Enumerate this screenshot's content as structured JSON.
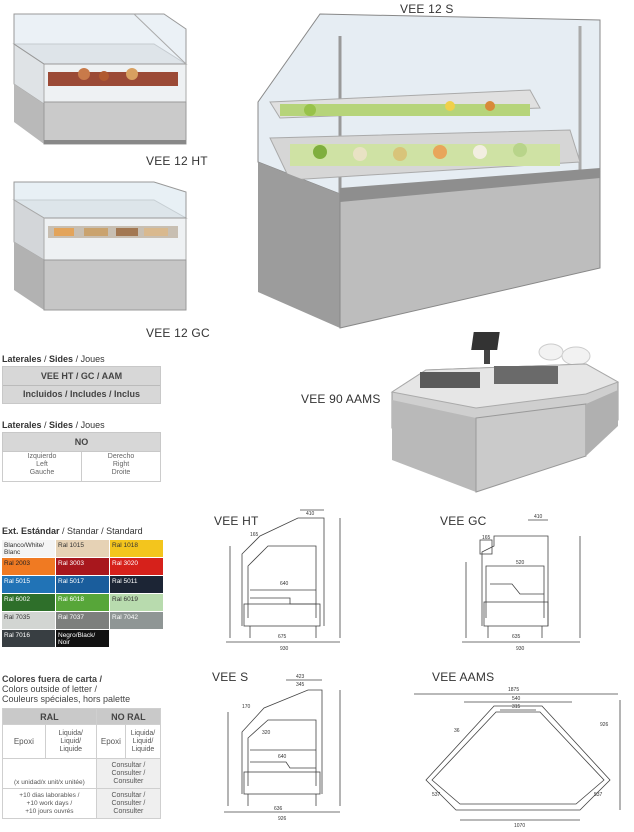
{
  "products": {
    "vee12ht": "VEE 12 HT",
    "vee12s": "VEE 12 S",
    "vee12gc": "VEE 12 GC",
    "vee90aams": "VEE 90 AAMS"
  },
  "sides1": {
    "title_es": "Laterales",
    "title_en": "Sides",
    "title_fr": "Joues",
    "header": "VEE HT / GC / AAM",
    "value": "Incluidos / Includes / Inclus"
  },
  "sides2": {
    "title_es": "Laterales",
    "title_en": "Sides",
    "title_fr": "Joues",
    "header": "NO",
    "left": "Izquierdo\nLeft\nGauche",
    "right": "Derecho\nRight\nDroite"
  },
  "ext": {
    "title_es": "Ext. Estándar",
    "title_en": "Standar",
    "title_fr": "Standard",
    "colors": [
      {
        "label": "Blanco/White/\nBlanc",
        "bg": "#f4f4f4",
        "fg": "#333"
      },
      {
        "label": "Ral 1015",
        "bg": "#e6d2b5",
        "fg": "#333"
      },
      {
        "label": "Ral 1018",
        "bg": "#f3c51d",
        "fg": "#333"
      },
      {
        "label": "Ral 2003",
        "bg": "#f07a22",
        "fg": "#222"
      },
      {
        "label": "Ral 3003",
        "bg": "#a8171d",
        "fg": "#fff"
      },
      {
        "label": "Ral 3020",
        "bg": "#d6211b",
        "fg": "#fff"
      },
      {
        "label": "Ral 5015",
        "bg": "#2173b6",
        "fg": "#fff"
      },
      {
        "label": "Ral 5017",
        "bg": "#1a5d9c",
        "fg": "#fff"
      },
      {
        "label": "Ral 5011",
        "bg": "#1c2535",
        "fg": "#fff"
      },
      {
        "label": "Ral 6002",
        "bg": "#2e6f2a",
        "fg": "#fff"
      },
      {
        "label": "Ral 6018",
        "bg": "#57a639",
        "fg": "#fff"
      },
      {
        "label": "Ral 6019",
        "bg": "#b8dbae",
        "fg": "#333"
      },
      {
        "label": "Ral 7035",
        "bg": "#d2d5d2",
        "fg": "#333"
      },
      {
        "label": "Ral 7037",
        "bg": "#7d7f7d",
        "fg": "#fff"
      },
      {
        "label": "Ral 7042",
        "bg": "#8f9695",
        "fg": "#fff"
      },
      {
        "label": "Ral 7016",
        "bg": "#383e42",
        "fg": "#fff"
      },
      {
        "label": "Negro/Black/\nNoir",
        "bg": "#111111",
        "fg": "#fff"
      }
    ]
  },
  "special": {
    "title_es": "Colores fuera de carta /",
    "title_en": "Colors outside of letter /",
    "title_fr": "Couleurs spéciales, hors palette",
    "ral": "RAL",
    "no_ral": "NO RAL",
    "epoxi": "Epoxi",
    "liquid": "Liquida/\nLiquid/\nLiquide",
    "unit": "(x unidad/x unit/x unitée)",
    "consult": "Consultar /\nConsulter /\nConsulter",
    "days": "+10 dias laborables /\n+10 work days /\n+10 jours ouvrés"
  },
  "drawings": {
    "vee_ht": "VEE HT",
    "vee_gc": "VEE GC",
    "vee_s": "VEE S",
    "vee_aams": "VEE AAMS"
  }
}
